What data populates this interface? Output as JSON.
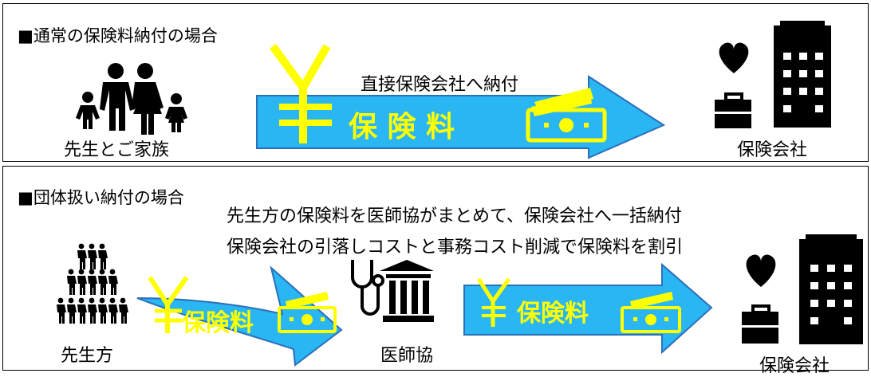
{
  "section1": {
    "title": "■通常の保険料納付の場合",
    "arrow_caption": "直接保険会社へ納付",
    "arrow_text": "保 険 料",
    "payer_label": "先生とご家族",
    "receiver_label": "保険会社"
  },
  "section2": {
    "title": "■団体扱い納付の場合",
    "description_line1": "先生方の保険料を医師協がまとめて、保険会社へ一括納付",
    "description_line2": "保険会社の引落しコストと事務コスト削減で保険料を割引",
    "payer_label": "先生方",
    "intermediary_label": "医師協",
    "receiver_label": "保険会社",
    "arrow1_text": "保険料",
    "arrow2_text": "保険料"
  },
  "currency_symbol": "￥",
  "colors": {
    "arrow_fill": "#29b6f2",
    "arrow_stroke": "#2a6fba",
    "accent_yellow": "#ffff00",
    "icon_black": "#000000"
  },
  "icons": [
    "family-icon",
    "heart-icon",
    "briefcase-icon",
    "building-icon",
    "yen-icon",
    "banknote-icon",
    "crowd-icon",
    "stethoscope-icon",
    "bank-icon"
  ]
}
